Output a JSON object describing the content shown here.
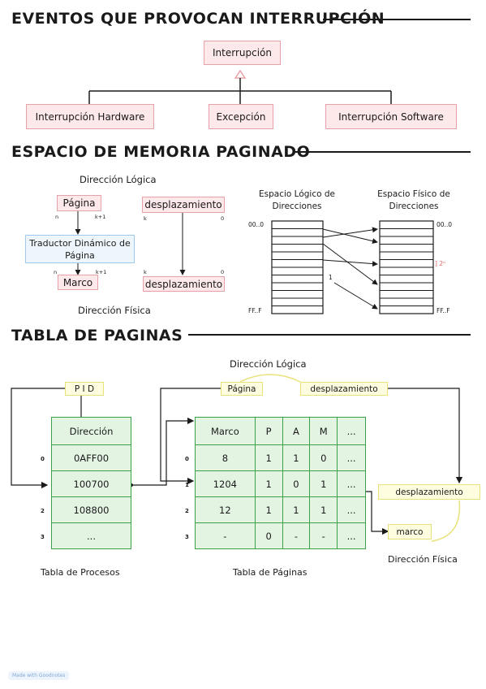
{
  "sections": {
    "events": "EVENTOS QUE PROVOCAN INTERRUPCIÓN",
    "paged_memory": "ESPACIO DE MEMORIA PAGINADO",
    "page_table": "TABLA DE PAGINAS"
  },
  "hierarchy": {
    "root": "Interrupción",
    "children": [
      "Interrupción Hardware",
      "Excepción",
      "Interrupción Software"
    ]
  },
  "translation": {
    "logical_title": "Dirección Lógica",
    "physical_title": "Dirección Física",
    "page": "Página",
    "offset": "desplazamiento",
    "translator": "Traductor Dinámico de Página",
    "frame": "Marco",
    "offset_out": "desplazamiento",
    "bit_n": "n",
    "bit_k1": "k+1",
    "bit_k": "k",
    "bit_0": "0"
  },
  "spaces": {
    "logical_title": "Espacio Lógico de Direcciones",
    "physical_title": "Espacio Físico de Direcciones",
    "addr_start": "00..0",
    "addr_end": "FF..F",
    "addr_start_right": "00..0",
    "addr_end_right": "FF..F",
    "mark_1": "1",
    "mark_2": "] 2ⁿ"
  },
  "page_table": {
    "logical_label": "Dirección Lógica",
    "page_field": "Página",
    "offset_field": "desplazamiento",
    "pid": "P I D",
    "process_header": "Dirección",
    "process_rows": [
      "0AFF00",
      "100700",
      "108800",
      "..."
    ],
    "process_indices": [
      "0",
      "1",
      "2",
      "3"
    ],
    "columns": [
      "Marco",
      "P",
      "A",
      "M",
      "..."
    ],
    "rows": [
      [
        "8",
        "1",
        "1",
        "0",
        "..."
      ],
      [
        "1204",
        "1",
        "0",
        "1",
        "..."
      ],
      [
        "12",
        "1",
        "1",
        "1",
        "..."
      ],
      [
        "-",
        "0",
        "-",
        "-",
        "..."
      ]
    ],
    "row_indices": [
      "0",
      "1",
      "2",
      "3"
    ],
    "out_offset": "desplazamiento",
    "out_frame": "marco",
    "physical_label": "Dirección Física",
    "process_caption": "Tabla de Procesos",
    "pages_caption": "Tabla de Páginas"
  },
  "footer_badge": "Made with Goodnotes"
}
